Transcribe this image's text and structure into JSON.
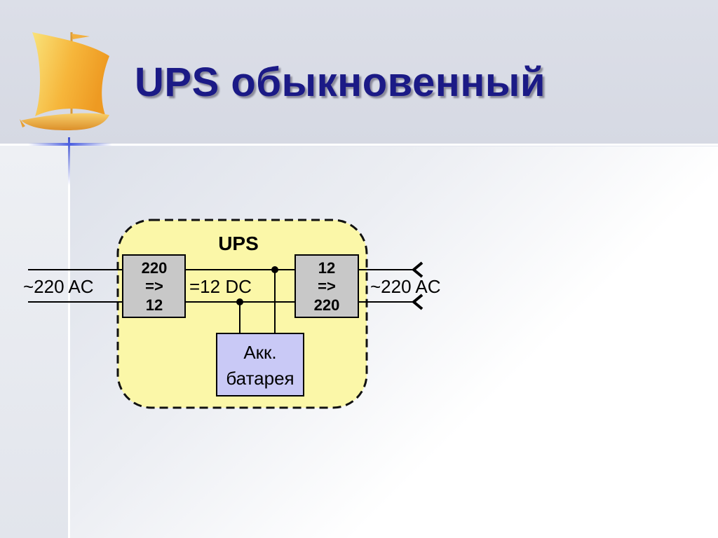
{
  "slide": {
    "title": "UPS обыкновенный"
  },
  "diagram": {
    "ups_label": "UPS",
    "input_label": "~220 AC",
    "output_label": "~220 AC",
    "bus_label": "=12 DC",
    "rectifier": {
      "line1": "220",
      "line2": "=>",
      "line3": "12"
    },
    "inverter": {
      "line1": "12",
      "line2": "=>",
      "line3": "220"
    },
    "battery": {
      "line1": "Акк.",
      "line2": "батарея"
    }
  },
  "colors": {
    "title": "#1b1a86",
    "ups_fill": "#fbf7a8",
    "converter_fill": "#c8c8c8",
    "battery_fill": "#c9c9f6",
    "wire": "#000000",
    "sail": "#f4b63a"
  }
}
